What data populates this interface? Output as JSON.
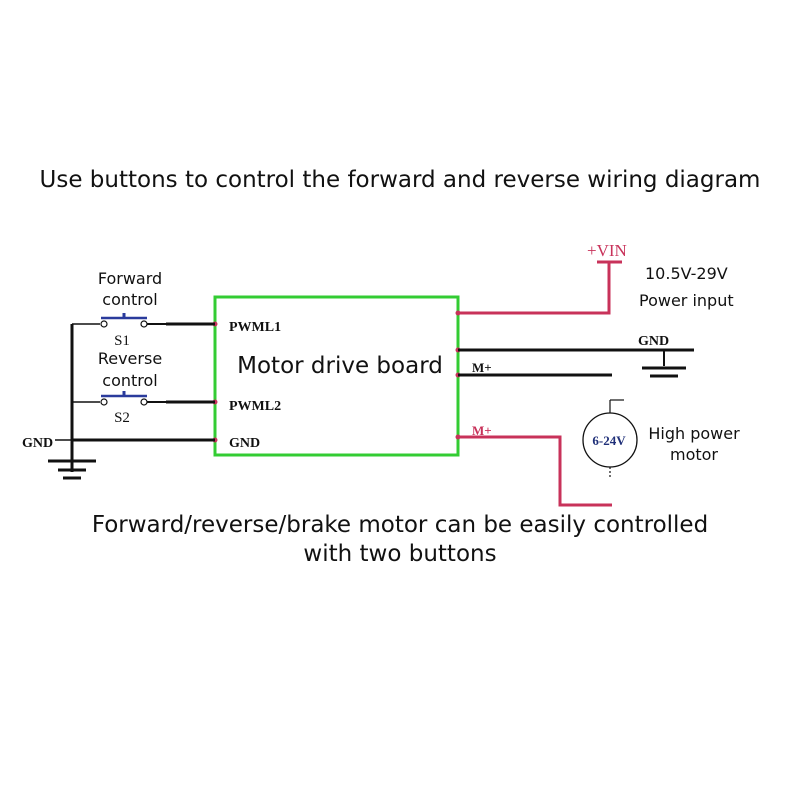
{
  "title": "Use buttons to control the forward and reverse wiring diagram",
  "caption_line1": "Forward/reverse/brake motor can be easily controlled",
  "caption_line2": "with two buttons",
  "board": {
    "label": "Motor drive board",
    "pins": {
      "pwml1": "PWML1",
      "pwml2": "PWML2",
      "gnd": "GND",
      "m_plus_top": "M+",
      "m_plus_bottom": "M+"
    }
  },
  "switches": {
    "s1": {
      "label": "S1",
      "caption_line1": "Forward",
      "caption_line2": "control"
    },
    "s2": {
      "label": "S2",
      "caption_line1": "Reverse",
      "caption_line2": "control"
    }
  },
  "ground": {
    "left_label": "GND",
    "right_label": "GND"
  },
  "power": {
    "vin_label": "+VIN",
    "range": "10.5V-29V",
    "description": "Power input"
  },
  "motor": {
    "voltage": "6-24V",
    "caption_line1": "High power",
    "caption_line2": "motor"
  },
  "colors": {
    "board_outline": "#33cc33",
    "power_wire": "#c8325a",
    "wire": "#111111"
  }
}
